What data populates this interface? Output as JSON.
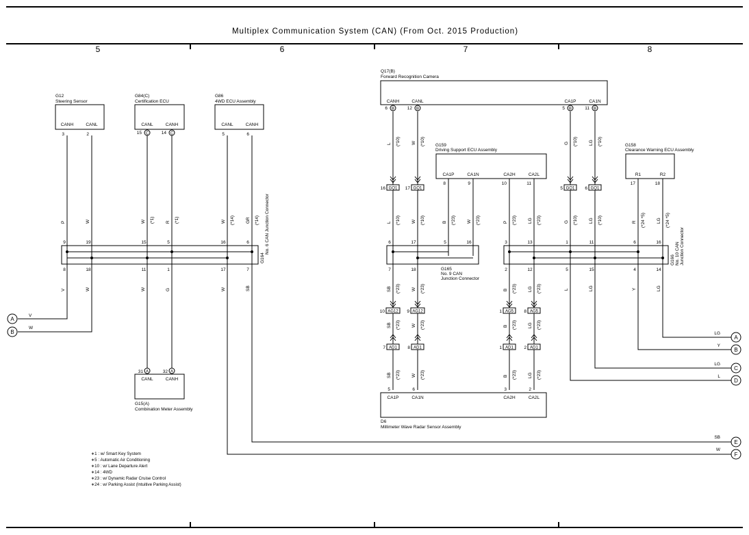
{
  "title": "Multiplex Communication System (CAN) (From Oct. 2015 Production)",
  "columns": [
    "5",
    "6",
    "7",
    "8"
  ],
  "components": [
    {
      "code": "G12",
      "name": "Steering Sensor",
      "pins": [
        {
          "no": "3",
          "label": "CANH",
          "conn": ""
        },
        {
          "no": "2",
          "label": "CANL",
          "conn": ""
        }
      ]
    },
    {
      "code": "G84(C)",
      "name": "Certification ECU",
      "pins": [
        {
          "no": "15",
          "label": "CANL",
          "conn": "C"
        },
        {
          "no": "14",
          "label": "CANH",
          "conn": "C"
        }
      ]
    },
    {
      "code": "G86",
      "name": "4WD ECU Assembly",
      "pins": [
        {
          "no": "5",
          "label": "CANL",
          "conn": ""
        },
        {
          "no": "6",
          "label": "CANH",
          "conn": ""
        }
      ]
    },
    {
      "code": "Q17(B)",
      "name": "Forward Recognition Camera",
      "pins": [
        {
          "no": "6",
          "label": "CANH",
          "conn": "B"
        },
        {
          "no": "12",
          "label": "CANL",
          "conn": "B"
        },
        {
          "no": "5",
          "label": "CA1P",
          "conn": "B"
        },
        {
          "no": "11",
          "label": "CA1N",
          "conn": "B"
        }
      ]
    },
    {
      "code": "G159",
      "name": "Driving Support ECU Assembly",
      "pins": [
        {
          "no": "8",
          "label": "CA1P"
        },
        {
          "no": "9",
          "label": "CA1N"
        },
        {
          "no": "10",
          "label": "CA2H"
        },
        {
          "no": "11",
          "label": "CA2L"
        }
      ]
    },
    {
      "code": "G158",
      "name": "Clearance Warning ECU Assembly",
      "pins": [
        {
          "no": "17",
          "label": "R1"
        },
        {
          "no": "18",
          "label": "R2"
        }
      ]
    },
    {
      "code": "G15(A)",
      "name": "Combination Meter Assembly",
      "pins": [
        {
          "no": "31",
          "label": "CANL",
          "conn": "A"
        },
        {
          "no": "32",
          "label": "CANH",
          "conn": "A"
        }
      ]
    },
    {
      "code": "D6",
      "name": "Millimeter Wave Radar Sensor Assembly",
      "pins": [
        {
          "no": "5",
          "label": "CA1P"
        },
        {
          "no": "6",
          "label": "CA1N"
        },
        {
          "no": "3",
          "label": "CA2H"
        },
        {
          "no": "2",
          "label": "CA2L"
        }
      ]
    }
  ],
  "junctions": [
    {
      "code": "G164",
      "name": "No. 6 CAN Junction Connector",
      "top_pins": [
        "9",
        "19",
        "15",
        "5",
        "16",
        "6"
      ],
      "bottom_pins": [
        "8",
        "18",
        "11",
        "1",
        "17",
        "7"
      ]
    },
    {
      "code": "G165",
      "name": "No. 9 CAN",
      "name2": "Junction Connector",
      "top_pins": [
        "6",
        "17",
        "5",
        "16"
      ],
      "bottom_pins": [
        "7",
        "18"
      ]
    },
    {
      "code": "G166",
      "name": "No. 10 CAN",
      "name2": "Junction Connector",
      "top_pins": [
        "3",
        "13",
        "1",
        "11",
        "6",
        "16"
      ],
      "bottom_pins": [
        "2",
        "12",
        "5",
        "15",
        "4",
        "14"
      ]
    }
  ],
  "wire_labels": {
    "g12_top": [
      "P",
      "W"
    ],
    "g84_top": [
      "W",
      "R"
    ],
    "g84_top_note": [
      "(*1)",
      "(*1)"
    ],
    "g86_top": [
      "W",
      "GR"
    ],
    "g86_top_note": [
      "(*14)",
      "(*14)"
    ],
    "g164_bot": [
      "V",
      "W",
      "W",
      "G",
      "W",
      "SB"
    ],
    "cam_top": [
      "L",
      "W",
      "G",
      "LG"
    ],
    "cam_top_note": [
      "(*10)",
      "(*10)",
      "(*10)",
      "(*10)"
    ],
    "g165_in": [
      "L",
      "W",
      "B",
      "W"
    ],
    "g165_in_note": [
      "(*10)",
      "(*10)",
      "(*23)",
      "(*23)"
    ],
    "g166_in": [
      "P",
      "LG",
      "G",
      "LG",
      "R",
      "LG"
    ],
    "g166_in_note": [
      "(*23)",
      "(*23)",
      "(*10)",
      "(*10)",
      "(*24 *5)",
      "(*24 *5)"
    ],
    "g165_out": [
      "SB",
      "W"
    ],
    "g165_out_note": [
      "(*23)",
      "(*23)"
    ],
    "g166_out": [
      "B",
      "LG",
      "L",
      "LG",
      "Y",
      "LG"
    ],
    "g166_out_note": [
      "(*23)",
      "(*23)"
    ],
    "ag_to_ad": [
      "SB",
      "W",
      "B",
      "LG"
    ],
    "ad_to_d6": [
      "SB",
      "W",
      "B",
      "LG"
    ],
    "seg_note": [
      "(*23)",
      "(*23)",
      "(*23)",
      "(*23)"
    ]
  },
  "inline_connectors": [
    {
      "id": "GQ1",
      "pins": [
        "16",
        "17",
        "5",
        "6"
      ]
    },
    {
      "id": "AG12",
      "pins": [
        "10",
        "9"
      ]
    },
    {
      "id": "AG5",
      "pins": [
        "1",
        "8"
      ]
    },
    {
      "id": "AD1",
      "pins": [
        "7",
        "8",
        "1",
        "2"
      ]
    }
  ],
  "offpage_left": [
    {
      "letter": "A",
      "wire": "V"
    },
    {
      "letter": "B",
      "wire": "W"
    }
  ],
  "offpage_right": [
    {
      "letter": "A",
      "wire": "LG"
    },
    {
      "letter": "B",
      "wire": "Y"
    },
    {
      "letter": "C",
      "wire": "LG"
    },
    {
      "letter": "D",
      "wire": "L"
    },
    {
      "letter": "E",
      "wire": "SB"
    },
    {
      "letter": "F",
      "wire": "W"
    }
  ],
  "notes": [
    "∗1 : w/ Smart Key System",
    "∗5 : Automatic Air Conditioning",
    "∗10 : w/ Lane Departure Alert",
    "∗14 : 4WD",
    "∗23 : w/ Dynamic Radar Cruise Control",
    "∗24 : w/ Parking Assist (Intuitive Parking Assist)"
  ]
}
